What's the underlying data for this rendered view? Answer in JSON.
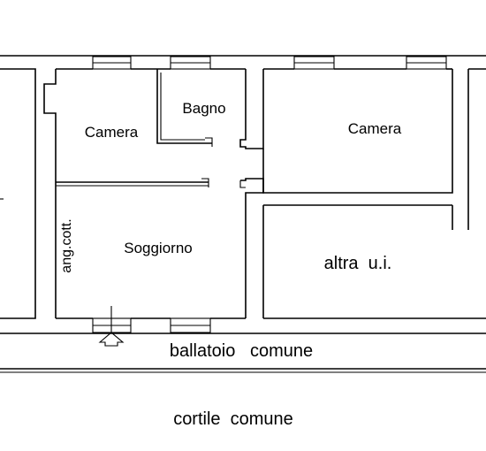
{
  "rooms": {
    "camera_left": "Camera",
    "bagno": "Bagno",
    "camera_right": "Camera",
    "soggiorno": "Soggiorno",
    "ang_cott": "ang.cott.",
    "altra_ui": "altra  u.i."
  },
  "outside": {
    "ballatoio": "ballatoio   comune",
    "cortile": "cortile  comune"
  }
}
